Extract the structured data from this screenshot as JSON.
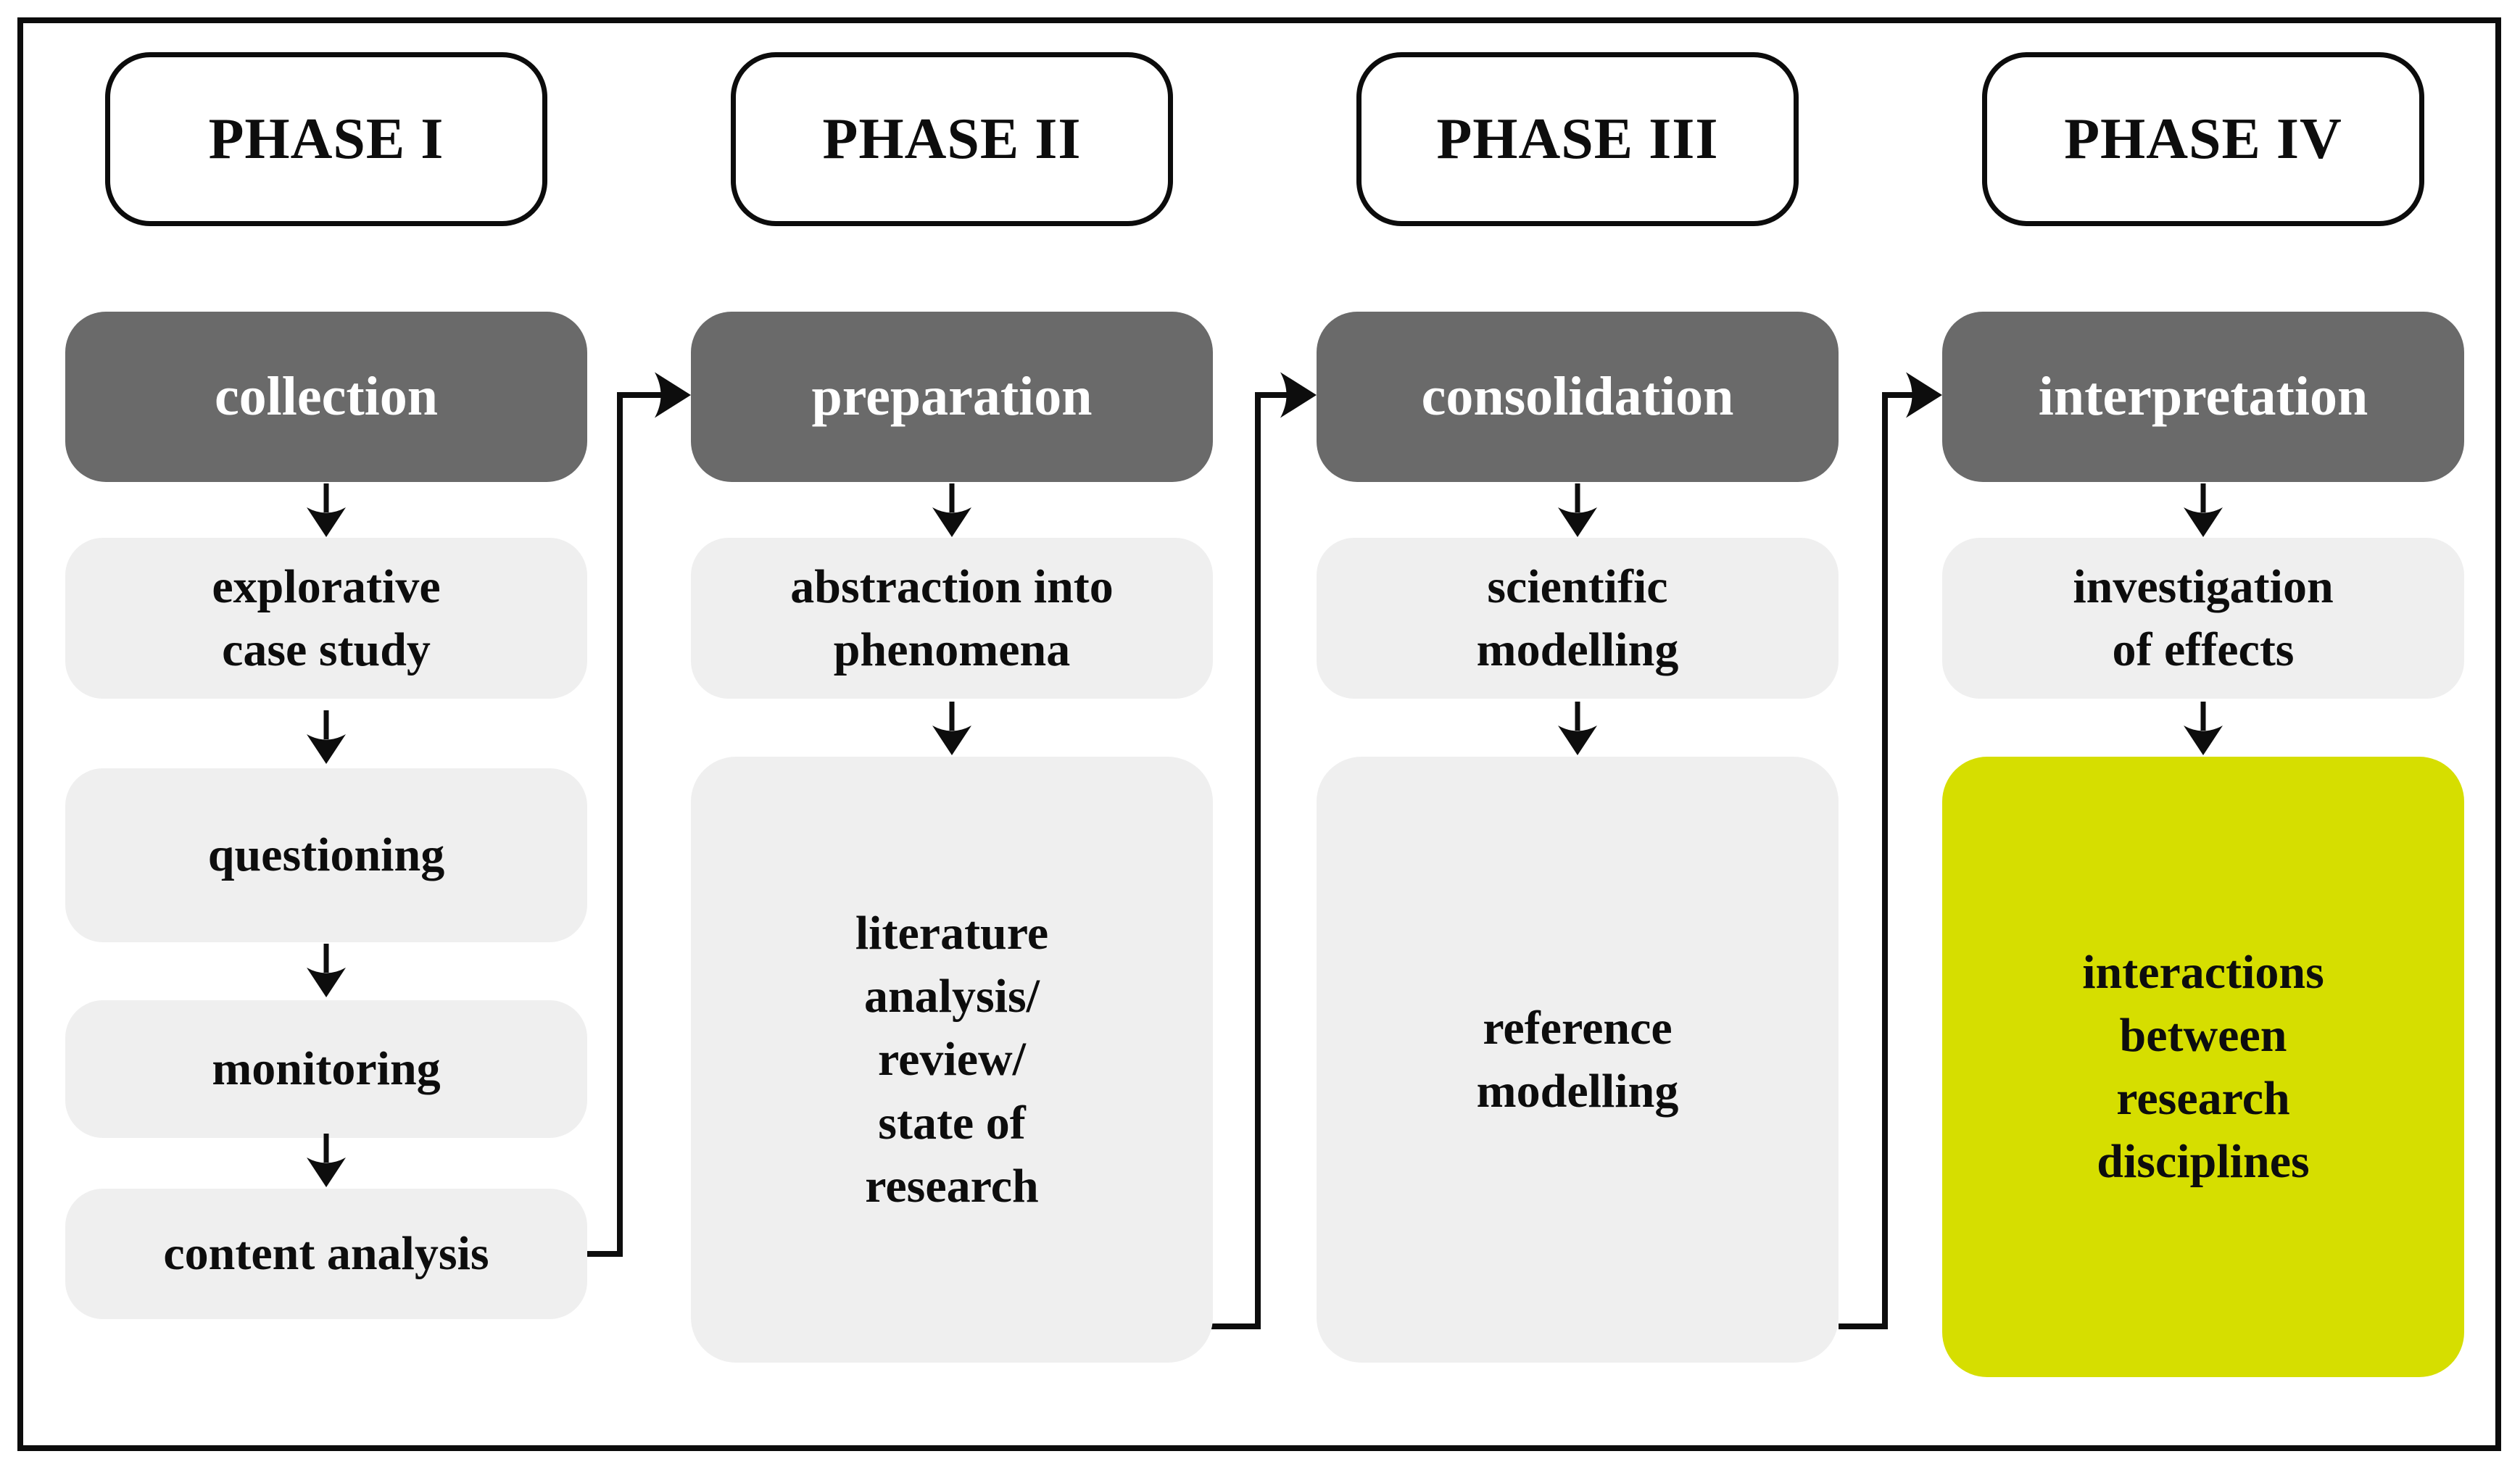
{
  "figure": {
    "type": "flow-diagram",
    "phases": [
      {
        "label": "PHASE I",
        "process": "collection",
        "steps": [
          "explorative\ncase study",
          "questioning",
          "monitoring",
          "content analysis"
        ]
      },
      {
        "label": "PHASE II",
        "process": "preparation",
        "steps": [
          "abstraction into\nphenomena",
          "literature\nanalysis/\nreview/\nstate of\nresearch"
        ]
      },
      {
        "label": "PHASE III",
        "process": "consolidation",
        "steps": [
          "scientific\nmodelling",
          "reference\nmodelling"
        ]
      },
      {
        "label": "PHASE IV",
        "process": "interpretation",
        "steps": [
          "investigation\nof effects",
          "interactions\nbetween\nresearch\ndisciplines"
        ]
      }
    ],
    "colors": {
      "process_fill": "#6a6a6a",
      "process_text": "#ffffff",
      "step_fill": "#efefef",
      "highlight_fill": "#d6de00",
      "outline": "#0c0c0c",
      "text": "#0d0d0d"
    }
  }
}
